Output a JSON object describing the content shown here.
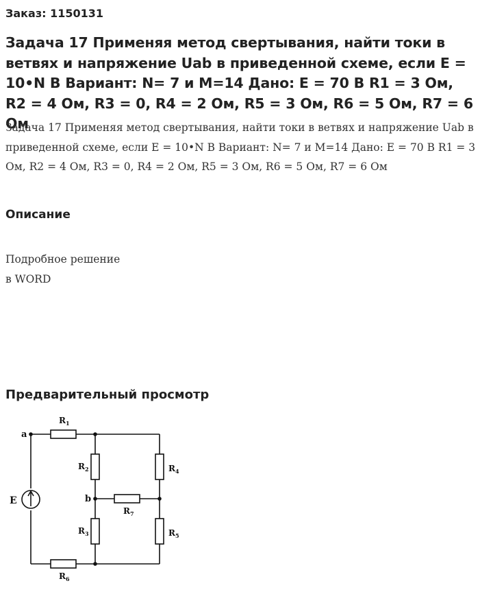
{
  "order": {
    "label": "Заказ: 1150131"
  },
  "title": "Задача 17 Применяя метод свертывания, найти токи в ветвях и напряжение Uab в приведенной схеме, если E = 10•N В Вариант: N= 7 и M=14 Дано: E = 70 В R1 = 3 Ом, R2 = 4 Ом, R3 = 0, R4 = 2 Ом, R5 = 3 Ом, R6 = 5 Ом, R7 = 6 Ом",
  "description": "Задача 17 Применяя метод свертывания, найти токи в ветвях и напряжение Uab в приведенной схеме, если E = 10•N В Вариант: N= 7 и M=14 Дано: E = 70 В R1 = 3 Ом, R2 = 4 Ом, R3 = 0, R4 = 2 Ом, R5 = 3 Ом, R6 = 5 Ом, R7 = 6 Ом",
  "sections": {
    "description_heading": "Описание",
    "description_lines": [
      "Подробное решение",
      "в WORD"
    ],
    "preview_heading": "Предварительный просмотр"
  },
  "schematic": {
    "node_a": "a",
    "node_b": "b",
    "source": "E",
    "resistors": [
      {
        "name": "R",
        "sub": "1"
      },
      {
        "name": "R",
        "sub": "2"
      },
      {
        "name": "R",
        "sub": "3"
      },
      {
        "name": "R",
        "sub": "4"
      },
      {
        "name": "R",
        "sub": "5"
      },
      {
        "name": "R",
        "sub": "6"
      },
      {
        "name": "R",
        "sub": "7"
      }
    ]
  }
}
